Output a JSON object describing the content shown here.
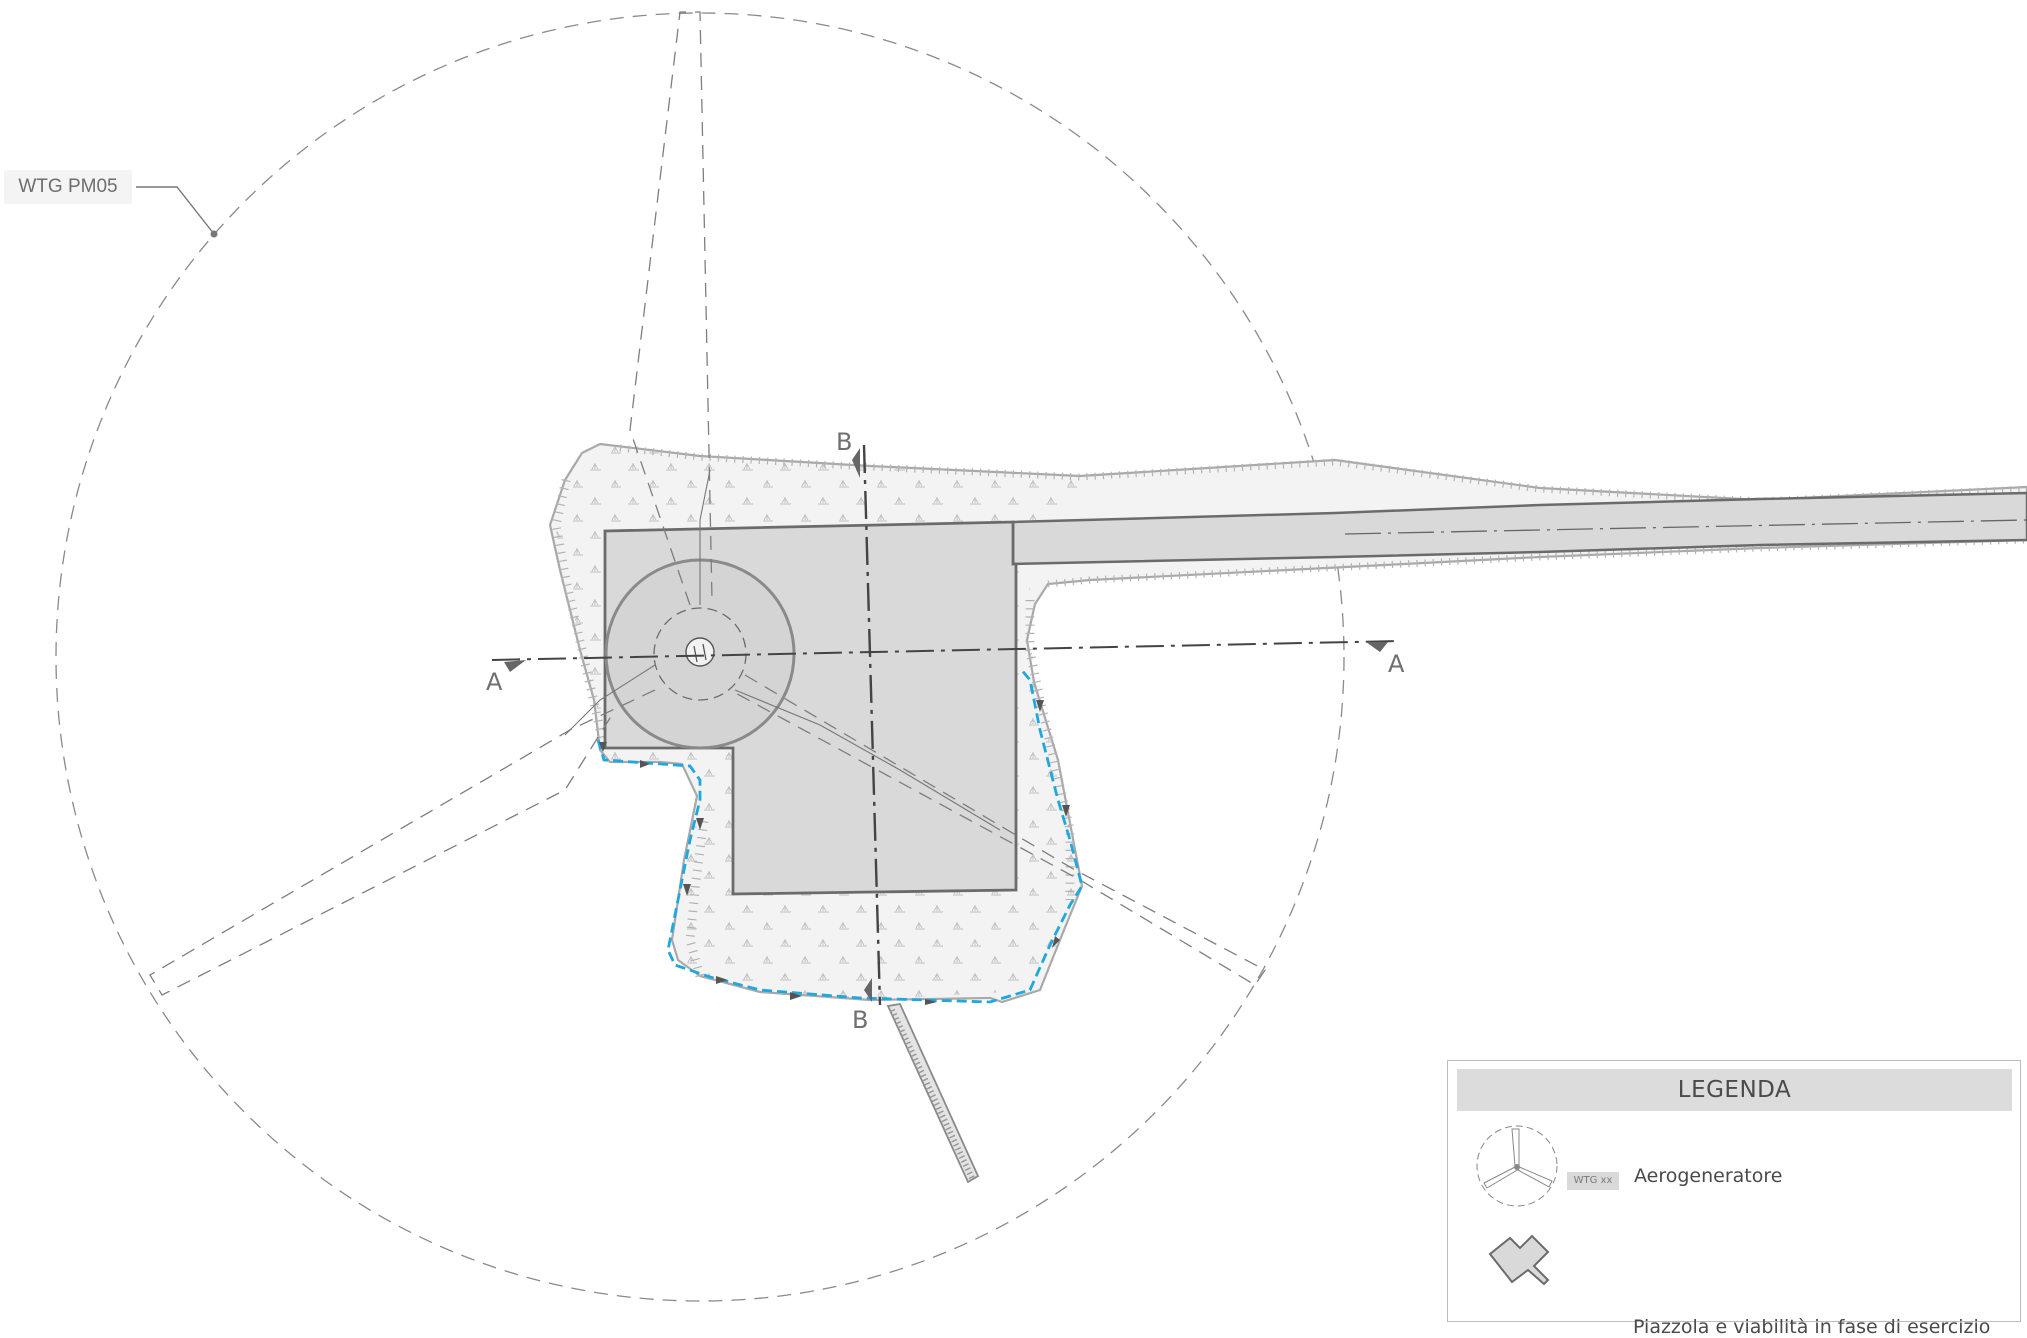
{
  "drawing": {
    "turbine_tag": "WTG PM05",
    "section_a": "A",
    "section_b": "B"
  },
  "legend": {
    "title": "LEGENDA",
    "items": [
      {
        "icon": "wind-turbine-icon",
        "tag": "WTG xx",
        "label": "Aerogeneratore"
      },
      {
        "icon": "platform-road-icon",
        "label": "Piazzola e viabilità in fase di esercizio"
      }
    ]
  },
  "colors": {
    "platform_fill": "#d9d9d9",
    "platform_edge": "#6b6b6b",
    "embankment_fill": "#f2f2f2",
    "embankment_edge": "#a8a8a8",
    "drainage": "#1fa8de",
    "section_line": "#444444",
    "rotor_circle": "#8a8a8a"
  }
}
